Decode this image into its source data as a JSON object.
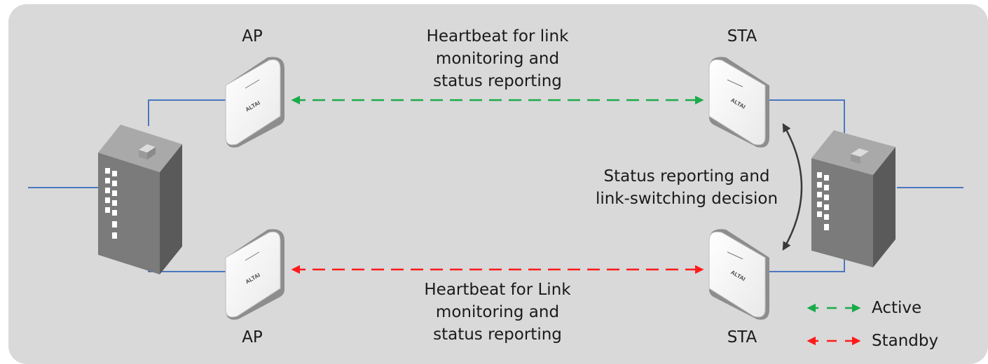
{
  "labels": {
    "ap_top": "AP",
    "ap_bottom": "AP",
    "sta_top": "STA",
    "sta_bottom": "STA",
    "heartbeat_top": [
      "Heartbeat for link",
      "monitoring and",
      "status reporting"
    ],
    "heartbeat_bottom": [
      "Heartbeat for Link",
      "monitoring and",
      "status reporting"
    ],
    "status_switch": [
      "Status reporting and",
      "link-switching decision"
    ]
  },
  "device": {
    "brand": "ALTAI"
  },
  "legend": {
    "active": "Active",
    "standby": "Standby"
  },
  "colors": {
    "active": "#1aab4b",
    "standby": "#ff1a1a",
    "cable": "#4a78c0",
    "background": "#d9d9d9",
    "bidirectional": "#3a3a3a"
  }
}
